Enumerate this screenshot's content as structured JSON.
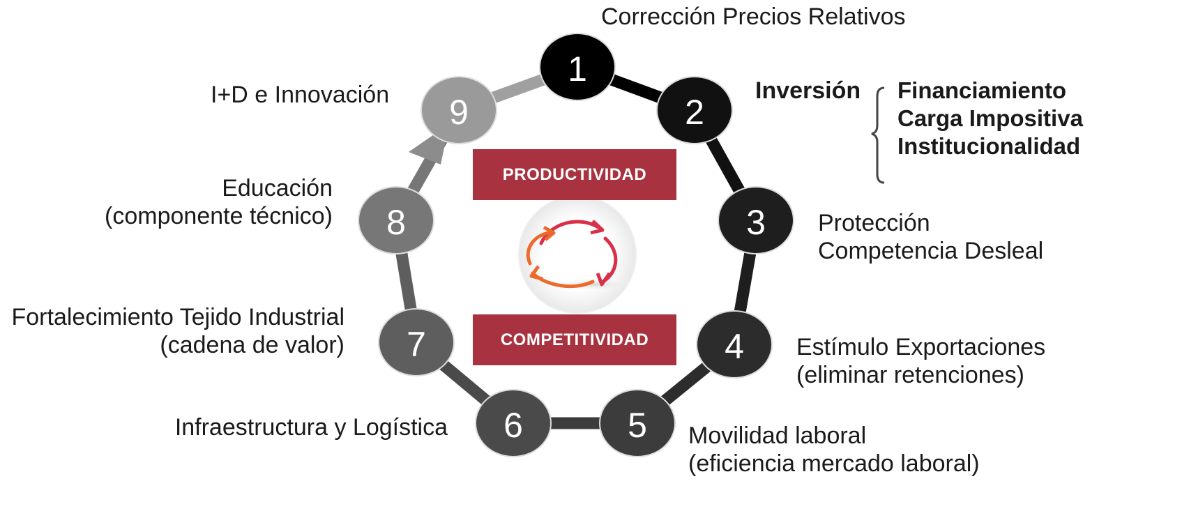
{
  "nodes": [
    {
      "number": "1",
      "fill": "#000000",
      "label": [
        "Corrección Precios Relativos"
      ]
    },
    {
      "number": "2",
      "fill": "#111111",
      "label": [
        "Inversión"
      ]
    },
    {
      "number": "3",
      "fill": "#1e1e1e",
      "label": [
        "Protección",
        "Competencia Desleal"
      ]
    },
    {
      "number": "4",
      "fill": "#2c2c2c",
      "label": [
        "Estímulo Exportaciones",
        "(eliminar retenciones)"
      ]
    },
    {
      "number": "5",
      "fill": "#3c3c3c",
      "label": [
        "Movilidad laboral",
        "(eficiencia mercado laboral)"
      ]
    },
    {
      "number": "6",
      "fill": "#4a4a4a",
      "label": [
        "Infraestructura y Logística"
      ]
    },
    {
      "number": "7",
      "fill": "#5e5e5e",
      "label": [
        "Fortalecimiento Tejido Industrial",
        "(cadena de valor)"
      ]
    },
    {
      "number": "8",
      "fill": "#777777",
      "label": [
        "Educación",
        "(componente técnico)"
      ]
    },
    {
      "number": "9",
      "fill": "#9a9a9a",
      "label": [
        "I+D e Innovación"
      ]
    }
  ],
  "investment_details": [
    "Financiamiento",
    "Carga Impositiva",
    "Institucionalidad"
  ],
  "center": {
    "top_banner": "PRODUCTIVIDAD",
    "bottom_banner": "COMPETITIVIDAD",
    "banner_color": "#a8323f"
  },
  "colors": {
    "ring_dark": "#1a1a1a",
    "ring_light": "#9e9e9e",
    "cycle_arrow_red": "#d9304a",
    "cycle_arrow_orange": "#ec6b2c"
  }
}
